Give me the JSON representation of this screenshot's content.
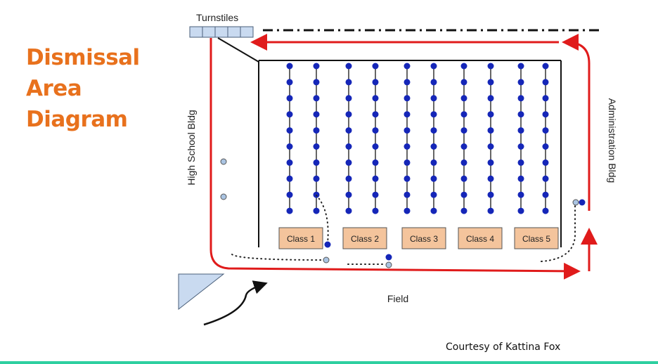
{
  "title_lines": [
    "Dismissal",
    "Area",
    "Diagram"
  ],
  "credit": "Courtesy of Kattina Fox",
  "labels": {
    "turnstiles": "Turnstiles",
    "high_school": "High School Bldg",
    "administration": "Administration Bldg",
    "field": "Field"
  },
  "classes": [
    "Class 1",
    "Class 2",
    "Class 3",
    "Class 4",
    "Class 5"
  ],
  "colors": {
    "title": "#e8711d",
    "route": "#e01b1b",
    "student_dot": "#1526b8",
    "class_box": "#f4c49c",
    "turnstile": "#c9daf0",
    "accent_rule": "#2ecfa0"
  }
}
